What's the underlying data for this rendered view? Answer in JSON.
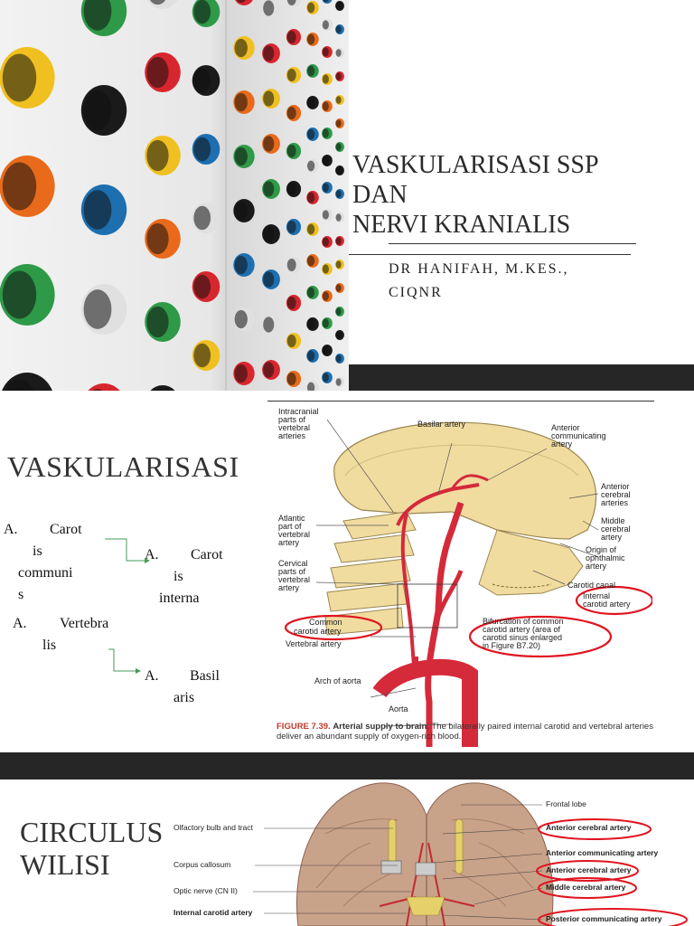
{
  "slide1": {
    "title_lines": [
      "VASKULARISASI  SSP",
      "DAN",
      "NERVI KRANIALIS"
    ],
    "author_lines": [
      "DR HANIFAH, M.KES.,",
      "CIQNR"
    ]
  },
  "slide2": {
    "title": "VASKULARISASI",
    "outline": {
      "item1": {
        "marker": "A.",
        "lines": [
          "Carot",
          "is",
          "communi",
          "s"
        ]
      },
      "item1_sub": {
        "marker": "A.",
        "lines": [
          "Carot",
          "is",
          "interna"
        ]
      },
      "item2": {
        "marker": "A.",
        "lines": [
          "Vertebra",
          "lis"
        ]
      },
      "item2_sub": {
        "marker": "A.",
        "lines": [
          "Basil",
          "aris"
        ]
      }
    },
    "figure": {
      "labels": {
        "intracranial": [
          "Intracranial",
          "parts of",
          "vertebral",
          "arteries"
        ],
        "basilar": "Basilar artery",
        "anterior_comm": [
          "Anterior",
          "communicating",
          "artery"
        ],
        "anterior_cerebral": [
          "Anterior",
          "cerebral",
          "arteries"
        ],
        "middle_cerebral": [
          "Middle",
          "cerebral",
          "artery"
        ],
        "origin_ophthalmic": [
          "Origin of",
          "ophthalmic",
          "artery"
        ],
        "carotid_canal": "Carotid canal",
        "internal_carotid": [
          "Internal",
          "carotid artery"
        ],
        "atlantic": [
          "Atlantic",
          "part of",
          "vertebral",
          "artery"
        ],
        "cervical": [
          "Cervical",
          "parts of",
          "vertebral",
          "artery"
        ],
        "common_carotid": [
          "Common",
          "carotid artery"
        ],
        "vertebral": "Vertebral artery",
        "bifurcation": [
          "Bifurcation of common",
          "carotid artery (area of",
          "carotid sinus enlarged",
          "in Figure B7.20)"
        ],
        "arch": "Arch of aorta",
        "aorta": "Aorta"
      },
      "caption_fig": "FIGURE 7.39.",
      "caption_bold": "Arterial supply to brain.",
      "caption_text": "The bilaterally paired internal carotid and vertebral arteries deliver an abundant supply of oxygen-rich blood."
    }
  },
  "slide3": {
    "title_lines": [
      "CIRCULUS",
      "WILISI"
    ],
    "labels_left": {
      "olfactory": "Olfactory bulb and tract",
      "corpus": "Corpus callosum",
      "optic": "Optic nerve (CN II)",
      "internal": "Internal carotid artery"
    },
    "labels_right": {
      "frontal": "Frontal lobe",
      "ant_cerebral_1": "Anterior cerebral artery",
      "ant_comm": "Anterior communicating artery",
      "ant_cerebral_2": "Anterior cerebral artery",
      "middle": "Middle cerebral artery",
      "post_comm": "Posterior communicating artery"
    }
  },
  "colors": {
    "dark_bar": "#262626",
    "artery_red": "#d42a3a",
    "bone": "#f1dca0",
    "highlight_ellipse": "#e0141f"
  }
}
